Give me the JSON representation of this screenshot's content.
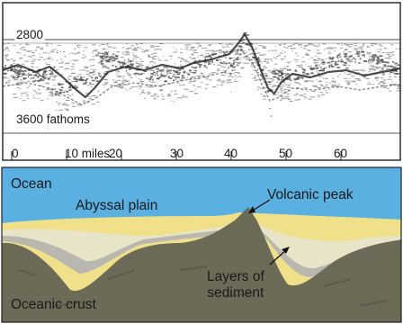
{
  "sonar_profile": {
    "depth_top_label": "2800",
    "depth_bottom_label": "3600 fathoms",
    "distance_ticks": [
      {
        "value": 0,
        "label": "0"
      },
      {
        "value": 10,
        "label": "10 miles"
      },
      {
        "value": 20,
        "label": "20"
      },
      {
        "value": 30,
        "label": "30"
      },
      {
        "value": 40,
        "label": "40"
      },
      {
        "value": 50,
        "label": "50"
      },
      {
        "value": 60,
        "label": "60"
      }
    ]
  },
  "cross_section": {
    "labels": {
      "ocean": "Ocean",
      "abyssal_plain": "Abyssal plain",
      "volcanic_peak": "Volcanic peak",
      "sediment": "Layers of\nsediment",
      "crust": "Oceanic crust"
    }
  },
  "colors": {
    "ocean": "#5ab0e0",
    "crust": "#6b6b58",
    "sediment_yellow": "#f0e08a",
    "sediment_gray": "#b8b8b0",
    "sediment_light": "#e8e4c8",
    "sonar_ink": "#2a2a2a"
  }
}
